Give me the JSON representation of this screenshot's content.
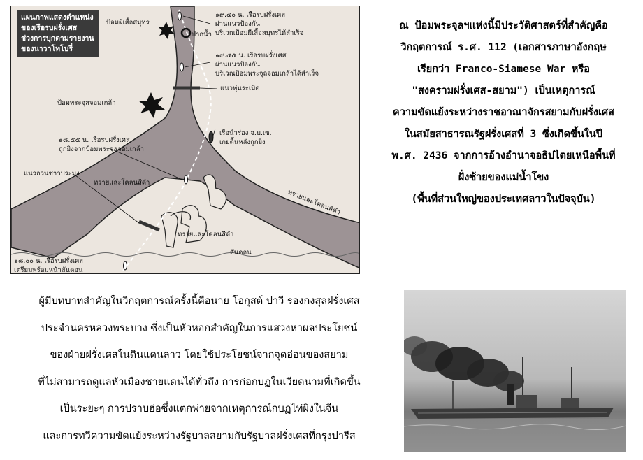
{
  "map": {
    "legend": [
      "แผนภาพแสดงตำแหน่ง",
      "ของเรือรบฝรั่งเศส",
      "ช่วงการบุกตามรายงาน",
      "ของนาวาโทโบรี่"
    ],
    "labels": {
      "fort_suea_samut": "ป้อมผีเสื้อสมุทร",
      "event_1940_time": "๑๙.๔๐ น. เรือรบฝรั่งเศส",
      "event_1940_l2": "ผ่านแนวป้องกัน",
      "event_1940_l3": "บริเวณป้อมผีเสื้อสมุทรได้สำเร็จ",
      "paknam": "ปากน้ำ",
      "event_1955_time": "๑๙.๕๕ น. เรือรบฝรั่งเศส",
      "event_1955_l2": "ผ่านแนวป้องกัน",
      "event_1955_l3": "บริเวณป้อมพระจุลจอมเกล้าได้สำเร็จ",
      "mine_line": "แนวทุ่นระเบิด",
      "fort_phra_chun": "ป้อมพระจุลจอมเกล้า",
      "event_1855_time": "๑๘.๕๕ น. เรือรบฝรั่งเศส",
      "event_1855_l2": "ถูกยิงจากป้อมพระจุลจอมเกล้า",
      "jb_say_l1": "เรือนำร่อง จ.บ.เซ.",
      "jb_say_l2": "เกยตื้นหลังถูกยิง",
      "sunken_ships": "แนวอวนชาวประมง",
      "sand_mud_1": "ทรายและโคลนสีดำ",
      "sand_mud_2": "ทรายและโคลนสีดำ",
      "sand_mud_3": "ทรายและโคลนสีดำ",
      "san_don": "สันดอน",
      "event_1800_time": "๑๘.๐๐ น. เรือรบฝรั่งเศส",
      "event_1800_l2": "เตรียมพร้อมหน้าสันดอน"
    }
  },
  "right_paragraph": [
    "ณ ป้อมพระจุลฯแห่งนี้มีประวัติศาสตร์ที่สำคัญคือ",
    "วิกฤตการณ์ ร.ศ. 112 (เอกสารภาษาอังกฤษ",
    "เรียกว่า Franco-Siamese War หรือ",
    "\"สงครามฝรั่งเศส-สยาม\") เป็นเหตุการณ์",
    "ความขัดแย้งระหว่างราชอาณาจักรสยามกับฝรั่งเศส",
    "ในสมัยสาธารณรัฐฝรั่งเศสที่ 3 ซึ่งเกิดขึ้นในปี",
    "พ.ศ. 2436 จากการอ้างอำนาจอธิปไตยเหนือพื้นที่",
    "ฝั่งซ้ายของแม่น้ำโขง",
    "(พื้นที่ส่วนใหญ่ของประเทศลาวในปัจจุบัน)"
  ],
  "bottom_paragraph": [
    "ผู้มีบทบาทสำคัญในวิกฤตการณ์ครั้งนี้คือนาย โอกุสต์ ปาวี รองกงสุลฝรั่งเศส",
    "ประจำนครหลวงพระบาง ซึ่งเป็นหัวหอกสำคัญในการแสวงหาผลประโยชน์",
    "ของฝ่ายฝรั่งเศสในดินแดนลาว โดยใช้ประโยชน์จากจุดอ่อนของสยาม",
    "ที่ไม่สามารถดูแลหัวเมืองชายแดนได้ทั่วถึง การก่อกบฏในเวียดนามที่เกิดขึ้น",
    "เป็นระยะๆ การปราบฮ่อซึ่งแตกพ่ายจากเหตุการณ์กบฏไท่ผิงในจีน",
    "และการทวีความขัดแย้งระหว่างรัฐบาลสยามกับรัฐบาลฝรั่งเศสที่กรุงปารีส"
  ],
  "colors": {
    "water": "#9d9395",
    "land": "#ece6df",
    "ink": "#1a1a1a"
  }
}
